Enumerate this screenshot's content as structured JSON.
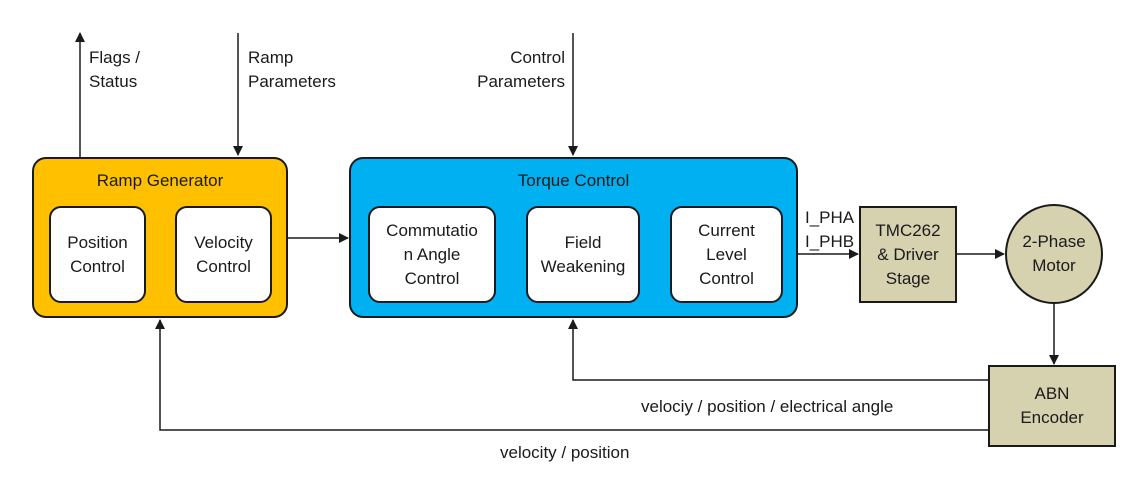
{
  "colors": {
    "ramp_fill": "#ffc000",
    "torque_fill": "#00b0f0",
    "hardware_fill": "#d6d2b0",
    "line": "#1a1a1a"
  },
  "labels": {
    "flags_status": "Flags /\nStatus",
    "ramp_parameters": "Ramp\nParameters",
    "control_parameters": "Control\nParameters",
    "i_pha": "I_PHA",
    "i_phb": "I_PHB",
    "feedback_inner": "velociy / position / electrical angle",
    "feedback_outer": "velocity / position"
  },
  "ramp_generator": {
    "title": "Ramp Generator",
    "position_control": "Position\nControl",
    "velocity_control": "Velocity\nControl"
  },
  "torque_control": {
    "title": "Torque Control",
    "commutation": "Commutatio\nn Angle\nControl",
    "field_weakening": "Field\nWeakening",
    "current_level": "Current\nLevel\nControl"
  },
  "driver": "TMC262\n& Driver\nStage",
  "motor": "2-Phase\nMotor",
  "encoder": "ABN\nEncoder"
}
